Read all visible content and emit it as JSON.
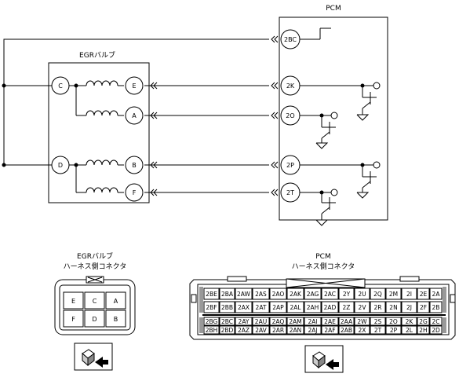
{
  "schematic": {
    "pcm_label": "PCM",
    "valve_label": "EGRバルブ",
    "valve_terminals": [
      "C",
      "D",
      "E",
      "A",
      "B",
      "F"
    ],
    "pcm_terminals": [
      "2BC",
      "2K",
      "2O",
      "2P",
      "2T"
    ]
  },
  "egr_connector": {
    "title_line1": "EGRバルブ",
    "title_line2": "ハーネス側コネクタ",
    "rows": [
      [
        "E",
        "C",
        "A"
      ],
      [
        "F",
        "D",
        "B"
      ]
    ]
  },
  "pcm_connector": {
    "title_line1": "PCM",
    "title_line2": "ハーネス側コネクタ",
    "rows": [
      [
        "2BE",
        "2BA",
        "2AW",
        "2AS",
        "2AO",
        "2AK",
        "2AG",
        "2AC",
        "2Y",
        "2U",
        "2Q",
        "2M",
        "2I",
        "2E",
        "2A"
      ],
      [
        "2BF",
        "2BB",
        "2AX",
        "2AT",
        "2AP",
        "2AL",
        "2AH",
        "2AD",
        "2Z",
        "2V",
        "2R",
        "2N",
        "2J",
        "2F",
        "2B"
      ],
      [
        "2BG",
        "2BC",
        "2AY",
        "2AU",
        "2AQ",
        "2AM",
        "2AI",
        "2AE",
        "2AA",
        "2W",
        "2S",
        "2O",
        "2K",
        "2G",
        "2C"
      ],
      [
        "2BH",
        "2BD",
        "2AZ",
        "2AV",
        "2AR",
        "2AN",
        "2AJ",
        "2AF",
        "2AB",
        "2X",
        "2T",
        "2P",
        "2L",
        "2H",
        "2D"
      ]
    ]
  }
}
